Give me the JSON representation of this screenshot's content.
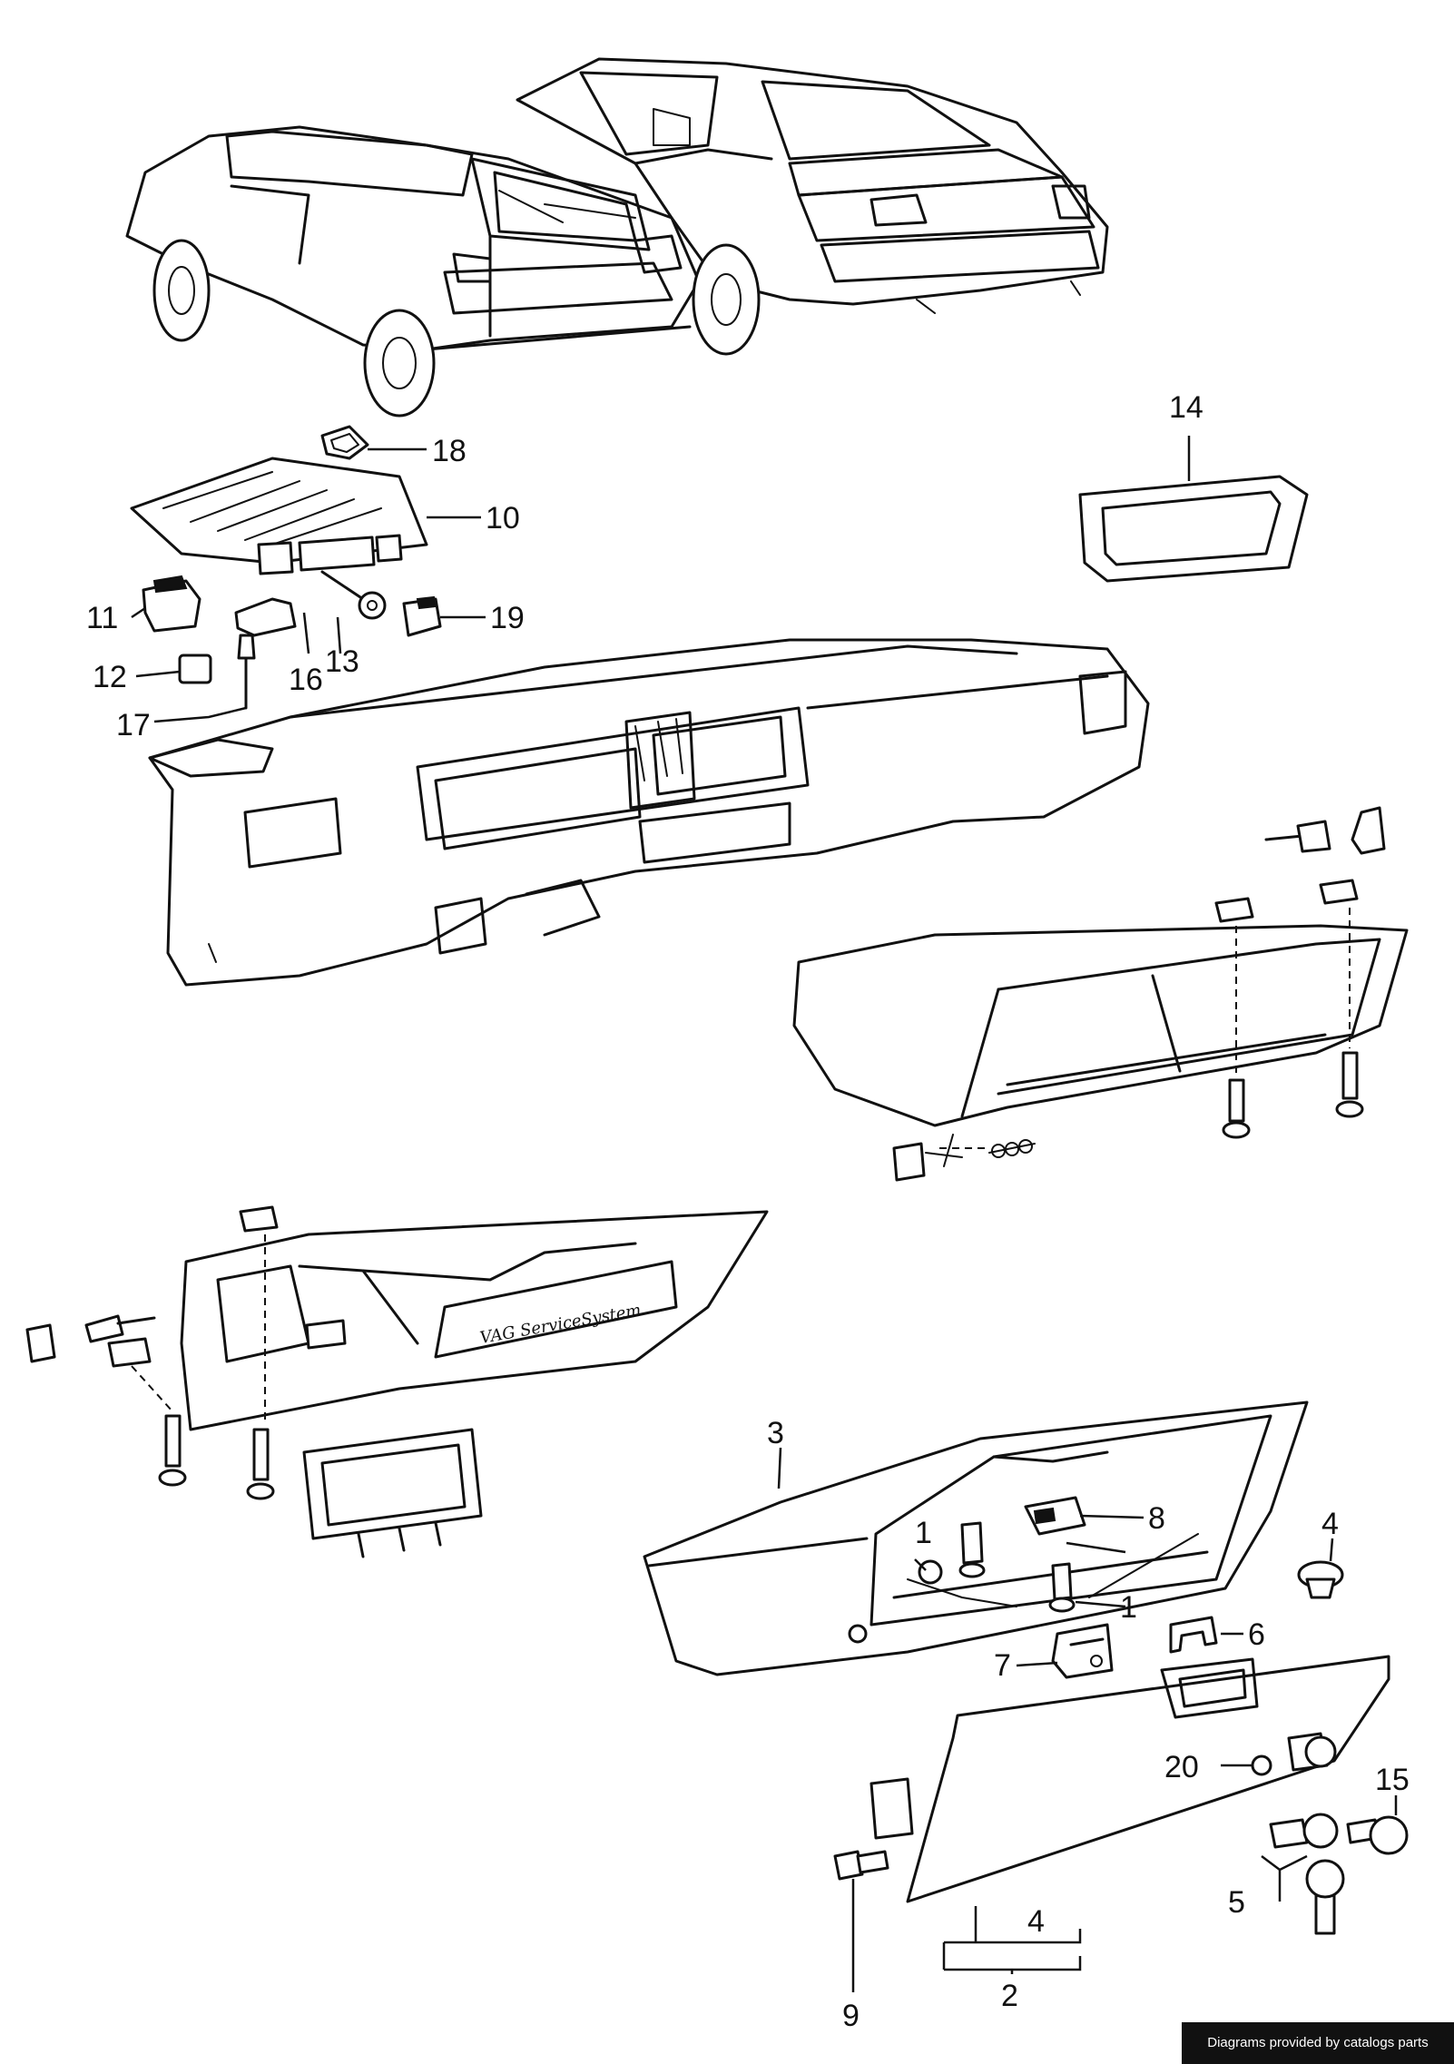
{
  "callouts": {
    "c1a": "1",
    "c1b": "1",
    "c2": "2",
    "c3": "3",
    "c4a": "4",
    "c4b": "4",
    "c5": "5",
    "c6": "6",
    "c7": "7",
    "c8": "8",
    "c9": "9",
    "c10": "10",
    "c11": "11",
    "c12": "12",
    "c13": "13",
    "c14": "14",
    "c15": "15",
    "c16": "16",
    "c17": "17",
    "c18": "18",
    "c19": "19",
    "c20": "20"
  },
  "glovebox_text": "VAG ServiceSystem",
  "credit": "Diagrams provided by catalogs parts"
}
